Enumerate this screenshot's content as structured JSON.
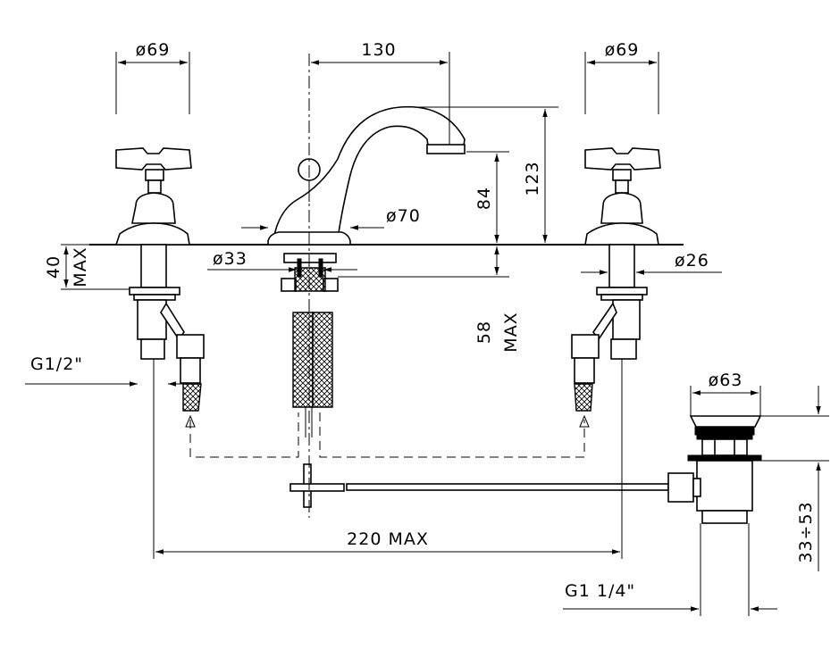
{
  "dimensions": {
    "left_handle_diameter": "ø69",
    "spout_spacing": "130",
    "right_handle_diameter": "ø69",
    "spout_height": "123",
    "outlet_height": "84",
    "base_diameter": "ø70",
    "deck_thickness_value": "40",
    "deck_thickness_suffix": "MAX",
    "hole_diameter": "ø33",
    "shank_diameter": "ø26",
    "shank_length_value": "58",
    "shank_length_suffix": "MAX",
    "supply_thread": "G1/2\"",
    "waste_diameter": "ø63",
    "overall_width": "220 MAX",
    "waste_range": "33÷53",
    "waste_thread": "G1 1/4\""
  }
}
